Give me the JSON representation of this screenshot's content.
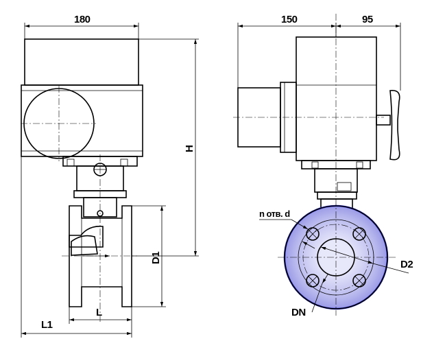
{
  "dimensions": {
    "width_left": "180",
    "width_side_left": "150",
    "width_side_right": "95",
    "height": "H",
    "flange_diameter": "D1",
    "face_to_face": "L",
    "overall_length": "L1",
    "bolt_circle": "D2",
    "nominal_bore": "DN",
    "holes": "n отв. d"
  },
  "colors": {
    "body_blue": "#2b2bd6",
    "body_light": "#c8c8f2",
    "actuator_grey": "#d2d2d2",
    "line": "#000000"
  }
}
